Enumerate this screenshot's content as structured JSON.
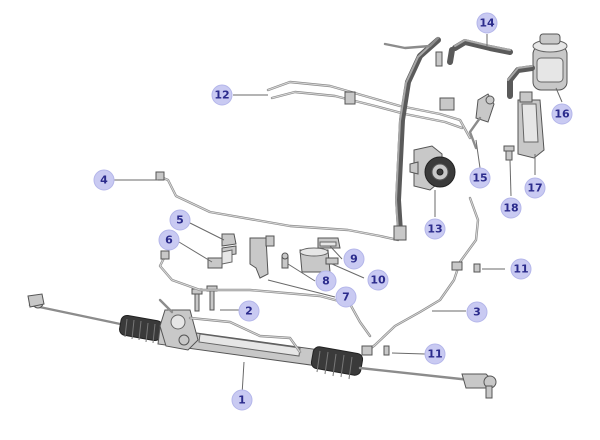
{
  "callouts": [
    {
      "label": "1"
    },
    {
      "label": "2"
    },
    {
      "label": "3"
    },
    {
      "label": "4"
    },
    {
      "label": "5"
    },
    {
      "label": "6"
    },
    {
      "label": "7"
    },
    {
      "label": "8"
    },
    {
      "label": "9"
    },
    {
      "label": "10"
    },
    {
      "label": "11"
    },
    {
      "label": "11"
    },
    {
      "label": "12"
    },
    {
      "label": "13"
    },
    {
      "label": "14"
    },
    {
      "label": "15"
    },
    {
      "label": "16"
    },
    {
      "label": "17"
    },
    {
      "label": "18"
    }
  ],
  "colors": {
    "callout_fill": "#c9caf2",
    "callout_text": "#2b2b8c",
    "part_line": "#555555",
    "hose": "#5a5a5a"
  }
}
